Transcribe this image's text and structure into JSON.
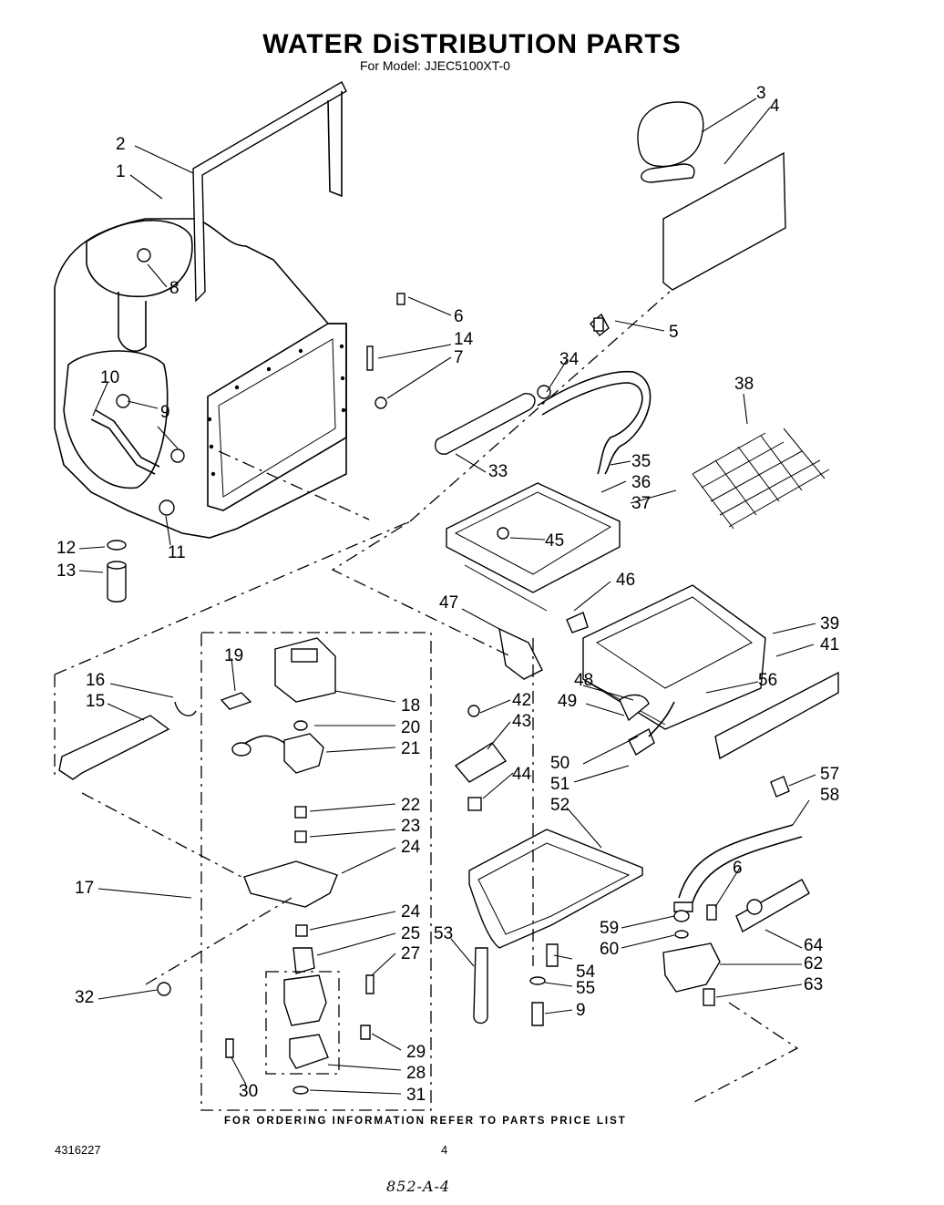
{
  "title": "WATER DiSTRIBUTION PARTS",
  "model_line": "For Model: JJEC5100XT-0",
  "footer_note": "FOR ORDERING INFORMATION REFER TO PARTS PRICE LIST",
  "document_number": "4316227",
  "page_number": "4",
  "handwritten_ref": "852-A-4",
  "callouts": [
    "1",
    "2",
    "3",
    "4",
    "5",
    "6",
    "7",
    "8",
    "9",
    "10",
    "11",
    "12",
    "13",
    "14",
    "15",
    "16",
    "17",
    "18",
    "19",
    "20",
    "21",
    "22",
    "23",
    "24",
    "24",
    "25",
    "27",
    "28",
    "29",
    "30",
    "31",
    "32",
    "33",
    "34",
    "35",
    "36",
    "37",
    "38",
    "39",
    "41",
    "42",
    "43",
    "44",
    "45",
    "46",
    "47",
    "48",
    "49",
    "50",
    "51",
    "52",
    "53",
    "54",
    "55",
    "56",
    "57",
    "58",
    "59",
    "60",
    "62",
    "63",
    "64",
    "6",
    "9"
  ]
}
